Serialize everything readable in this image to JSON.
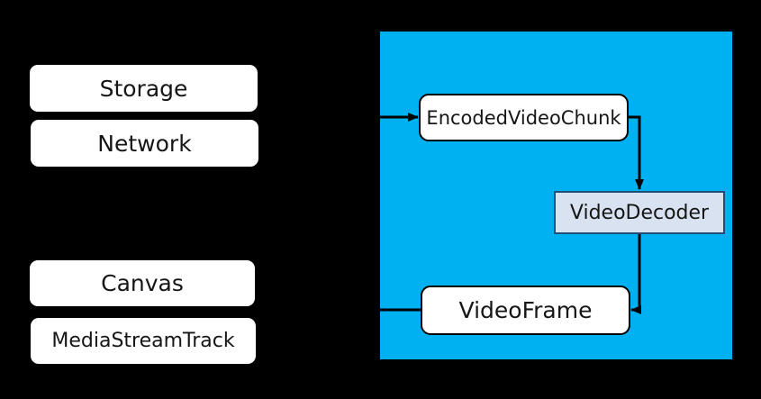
{
  "colors": {
    "background": "#000000",
    "region_fill": "#00b1f2",
    "node_fill": "#ffffff",
    "node_border": "#000000",
    "decoder_fill": "#d8e2f0",
    "decoder_border": "#1f4e79",
    "arrow": "#000000",
    "label_color": "#161616"
  },
  "boxes": {
    "storage": {
      "label": "Storage"
    },
    "network": {
      "label": "Network"
    },
    "canvas": {
      "label": "Canvas"
    },
    "media_stream_track": {
      "label": "MediaStreamTrack"
    },
    "encoded_video_chunk": {
      "label": "EncodedVideoChunk"
    },
    "video_decoder": {
      "label": "VideoDecoder"
    },
    "video_frame": {
      "label": "VideoFrame"
    }
  },
  "edges": [
    {
      "from": "Storage / Network",
      "to": "EncodedVideoChunk"
    },
    {
      "from": "EncodedVideoChunk",
      "to": "VideoDecoder"
    },
    {
      "from": "VideoDecoder",
      "to": "VideoFrame"
    },
    {
      "from": "VideoFrame",
      "to": "Canvas / MediaStreamTrack"
    }
  ]
}
